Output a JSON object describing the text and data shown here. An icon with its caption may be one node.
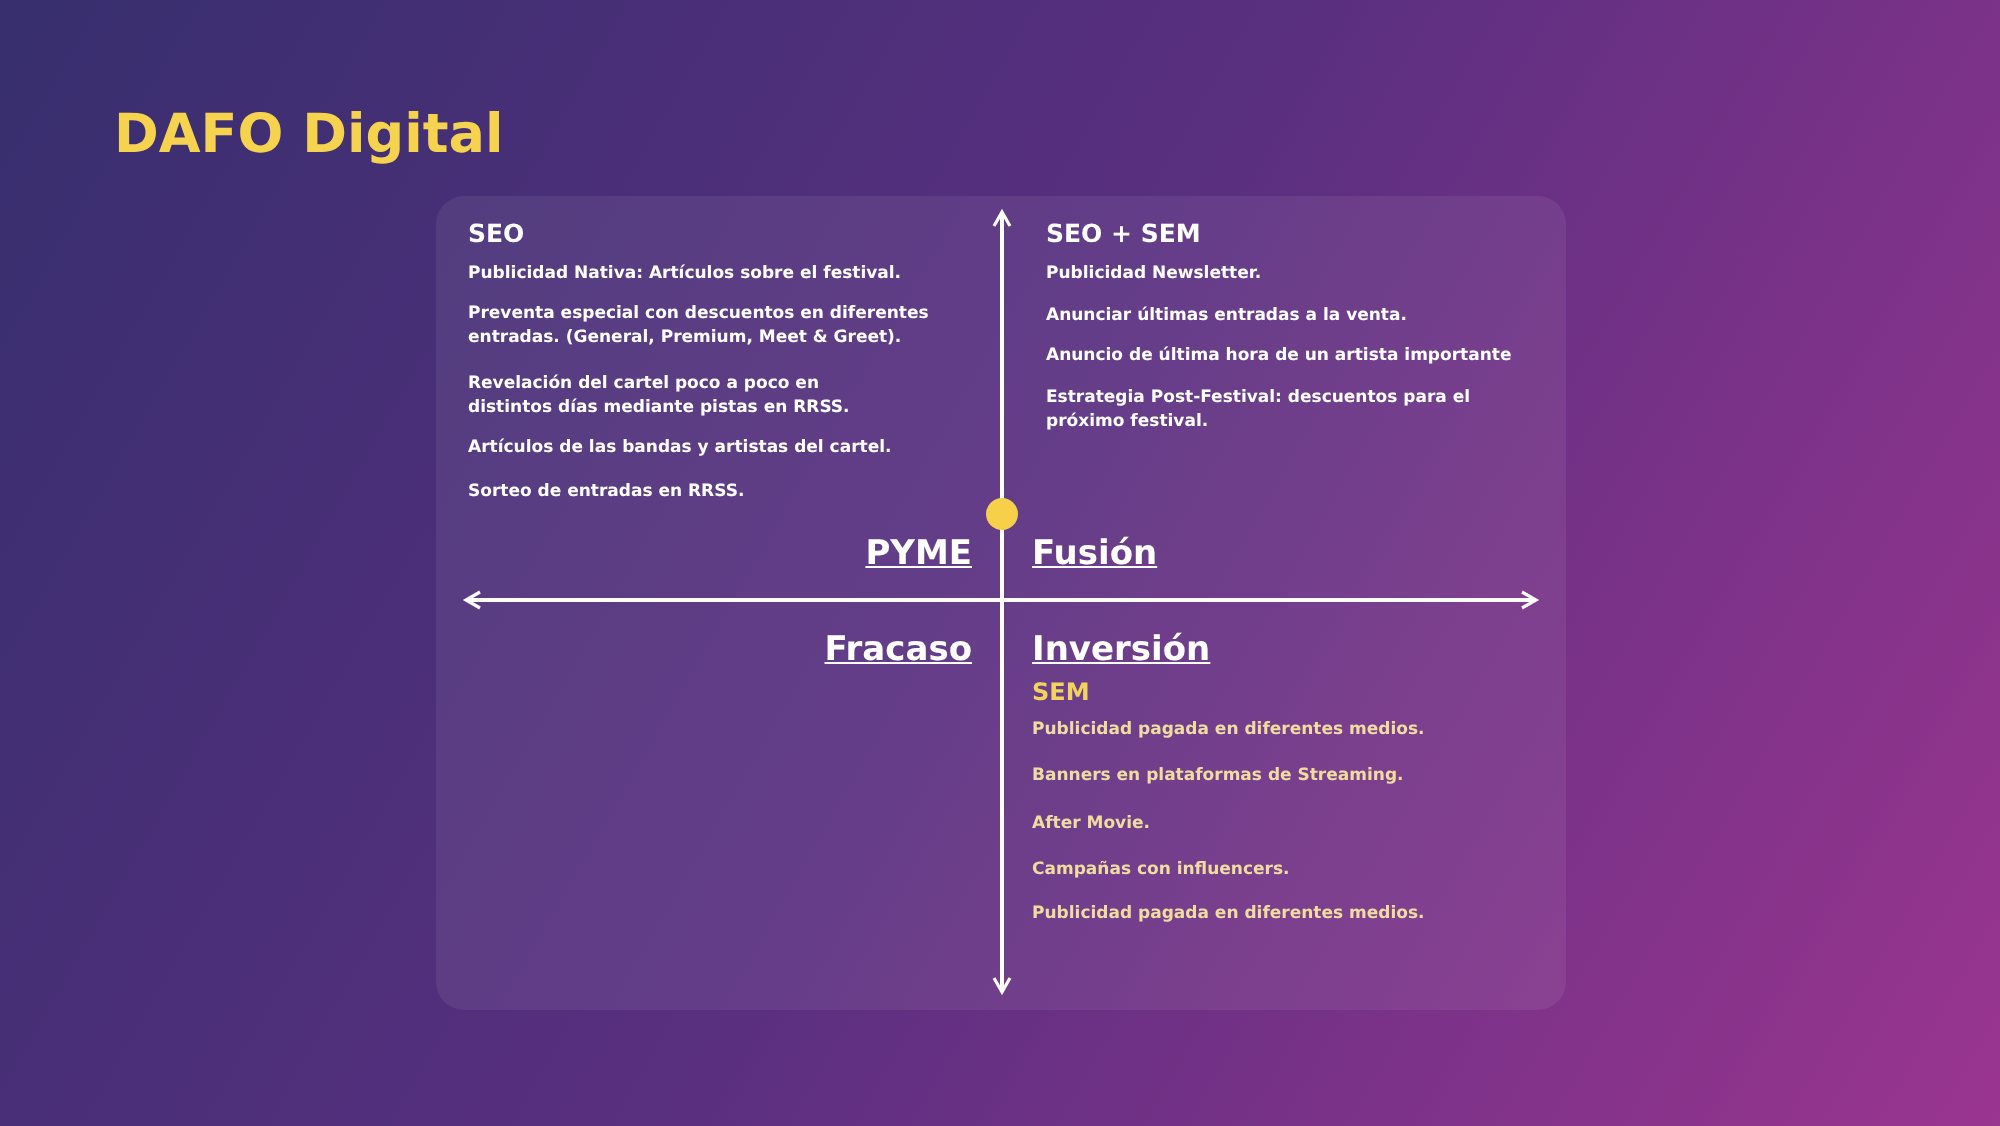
{
  "diagram": {
    "title": "DAFO Digital",
    "labels": [
      "SEO",
      "Publicidad Nativa: Artículos sobre el festival.",
      "Preventa especial con descuentos en diferentes entradas. (General, Premium, Meet & Greet).",
      "Revelación del cartel poco a poco en distintos días mediante pistas en RRSS.",
      "Artículos de las bandas y artistas del cartel.",
      "Sorteo de entradas en RRSS.",
      "SEO + SEM",
      "Publicidad Newsletter.",
      "Anunciar últimas entradas a la venta.",
      "Anuncio de última hora de un artista importante",
      "Estrategia Post-Festival: descuentos para el próximo festival.",
      "PYME",
      "Fusión",
      "Fracaso",
      "Inversión",
      "SEM",
      "Publicidad pagada en diferentes medios.",
      "Banners en plataformas de Streaming.",
      "After Movie.",
      "Campañas con influencers.",
      "Publicidad pagada en diferentes medios."
    ]
  }
}
